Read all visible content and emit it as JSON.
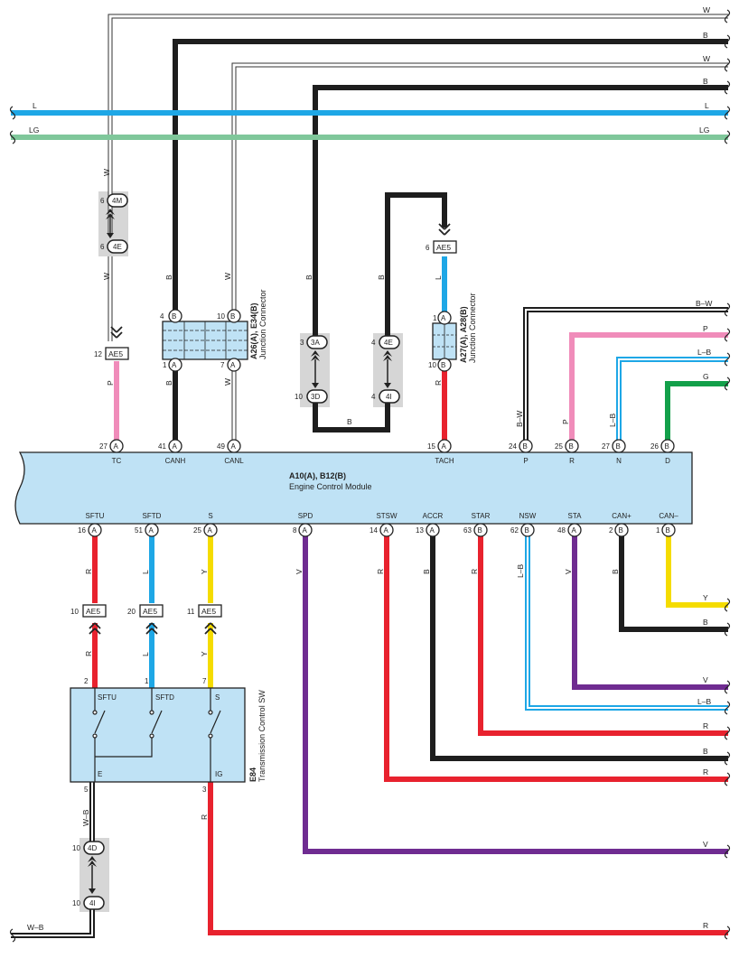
{
  "colors": {
    "B": "#1e1e1e",
    "W": "#ffffff",
    "L": "#1ea7e6",
    "LG": "#7fc79a",
    "P": "#f08cba",
    "R": "#e8222e",
    "Y": "#f5dc00",
    "V": "#6f2c91",
    "G": "#13a04a",
    "shade": "#d6d6d6",
    "module": "#bfe2f5"
  },
  "wire_labels": {
    "W": "W",
    "B": "B",
    "L": "L",
    "LG": "LG",
    "P": "P",
    "R": "R",
    "Y": "Y",
    "V": "V",
    "BW": "B–W",
    "LB": "L–B",
    "G": "G",
    "WB": "W–B"
  },
  "ecm": {
    "ref": "A10(A), B12(B)",
    "name": "Engine Control Module",
    "top_pins": [
      {
        "num": "27",
        "conn": "A",
        "label": "TC"
      },
      {
        "num": "41",
        "conn": "A",
        "label": "CANH"
      },
      {
        "num": "49",
        "conn": "A",
        "label": "CANL"
      },
      {
        "num": "15",
        "conn": "A",
        "label": "TACH"
      },
      {
        "num": "24",
        "conn": "B",
        "label": "P"
      },
      {
        "num": "25",
        "conn": "B",
        "label": "R"
      },
      {
        "num": "27",
        "conn": "B",
        "label": "N"
      },
      {
        "num": "26",
        "conn": "B",
        "label": "D"
      }
    ],
    "bottom_pins": [
      {
        "num": "16",
        "conn": "A",
        "label": "SFTU"
      },
      {
        "num": "51",
        "conn": "A",
        "label": "SFTD"
      },
      {
        "num": "25",
        "conn": "A",
        "label": "S"
      },
      {
        "num": "8",
        "conn": "A",
        "label": "SPD"
      },
      {
        "num": "14",
        "conn": "A",
        "label": "STSW"
      },
      {
        "num": "13",
        "conn": "A",
        "label": "ACCR"
      },
      {
        "num": "63",
        "conn": "B",
        "label": "STAR"
      },
      {
        "num": "62",
        "conn": "B",
        "label": "NSW"
      },
      {
        "num": "48",
        "conn": "A",
        "label": "STA"
      },
      {
        "num": "2",
        "conn": "B",
        "label": "CAN+"
      },
      {
        "num": "1",
        "conn": "B",
        "label": "CAN–"
      }
    ]
  },
  "junction1": {
    "ref": "A26(A), E34(B)",
    "name": "Junction Connector",
    "pins": {
      "tl": "4",
      "tlc": "B",
      "tr": "10",
      "trc": "B",
      "bl": "1",
      "blc": "A",
      "br": "7",
      "brc": "A"
    }
  },
  "junction2": {
    "ref": "A27(A), A28(B)",
    "name": "Junction Connector",
    "pins": {
      "t": "1",
      "tc": "A",
      "b": "10",
      "bc": "B"
    }
  },
  "tcsw": {
    "ref": "E84",
    "name": "Transmission Control SW",
    "labels": {
      "sftu": "SFTU",
      "sftd": "SFTD",
      "s": "S",
      "e": "E",
      "ig": "IG"
    },
    "pins": {
      "sftu": "2",
      "sftd": "1",
      "s": "7",
      "e": "5",
      "ig": "3"
    }
  },
  "connectors": {
    "c4M": {
      "pin": "6",
      "id": "4M"
    },
    "c4E_a": {
      "pin": "6",
      "id": "4E"
    },
    "c3A": {
      "pin": "3",
      "id": "3A"
    },
    "c3D": {
      "pin": "10",
      "id": "3D"
    },
    "c4E_b": {
      "pin": "4",
      "id": "4E"
    },
    "c4I_b": {
      "pin": "4",
      "id": "4I"
    },
    "c4D": {
      "pin": "10",
      "id": "4D"
    },
    "c4I_c": {
      "pin": "10",
      "id": "4I"
    }
  },
  "ae5": {
    "tc": {
      "pin": "12",
      "id": "AE5"
    },
    "tach": {
      "pin": "6",
      "id": "AE5"
    },
    "sftu": {
      "pin": "10",
      "id": "AE5"
    },
    "sftd": {
      "pin": "20",
      "id": "AE5"
    },
    "s": {
      "pin": "11",
      "id": "AE5"
    }
  }
}
